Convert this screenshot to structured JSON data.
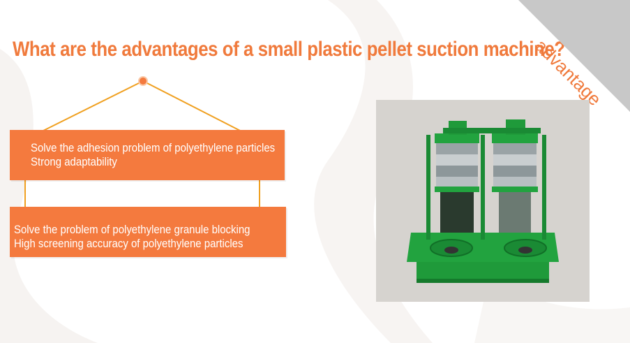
{
  "slide": {
    "title": "What are the advantages of a small plastic pellet suction machine?",
    "corner_tag": "advantage",
    "accent_color": "#f47a3e",
    "ribbon_color": "#c8c8c8"
  },
  "cards": [
    {
      "line1": "Solve the adhesion problem of polyethylene particles",
      "line2": "Strong adaptability"
    },
    {
      "line1": "Solve the problem of polyethylene granule blocking",
      "line2": "High screening accuracy of polyethylene particles"
    }
  ],
  "photo": {
    "subject": "green-screening-machine-photo",
    "machine_color": "#1f9a3a"
  }
}
